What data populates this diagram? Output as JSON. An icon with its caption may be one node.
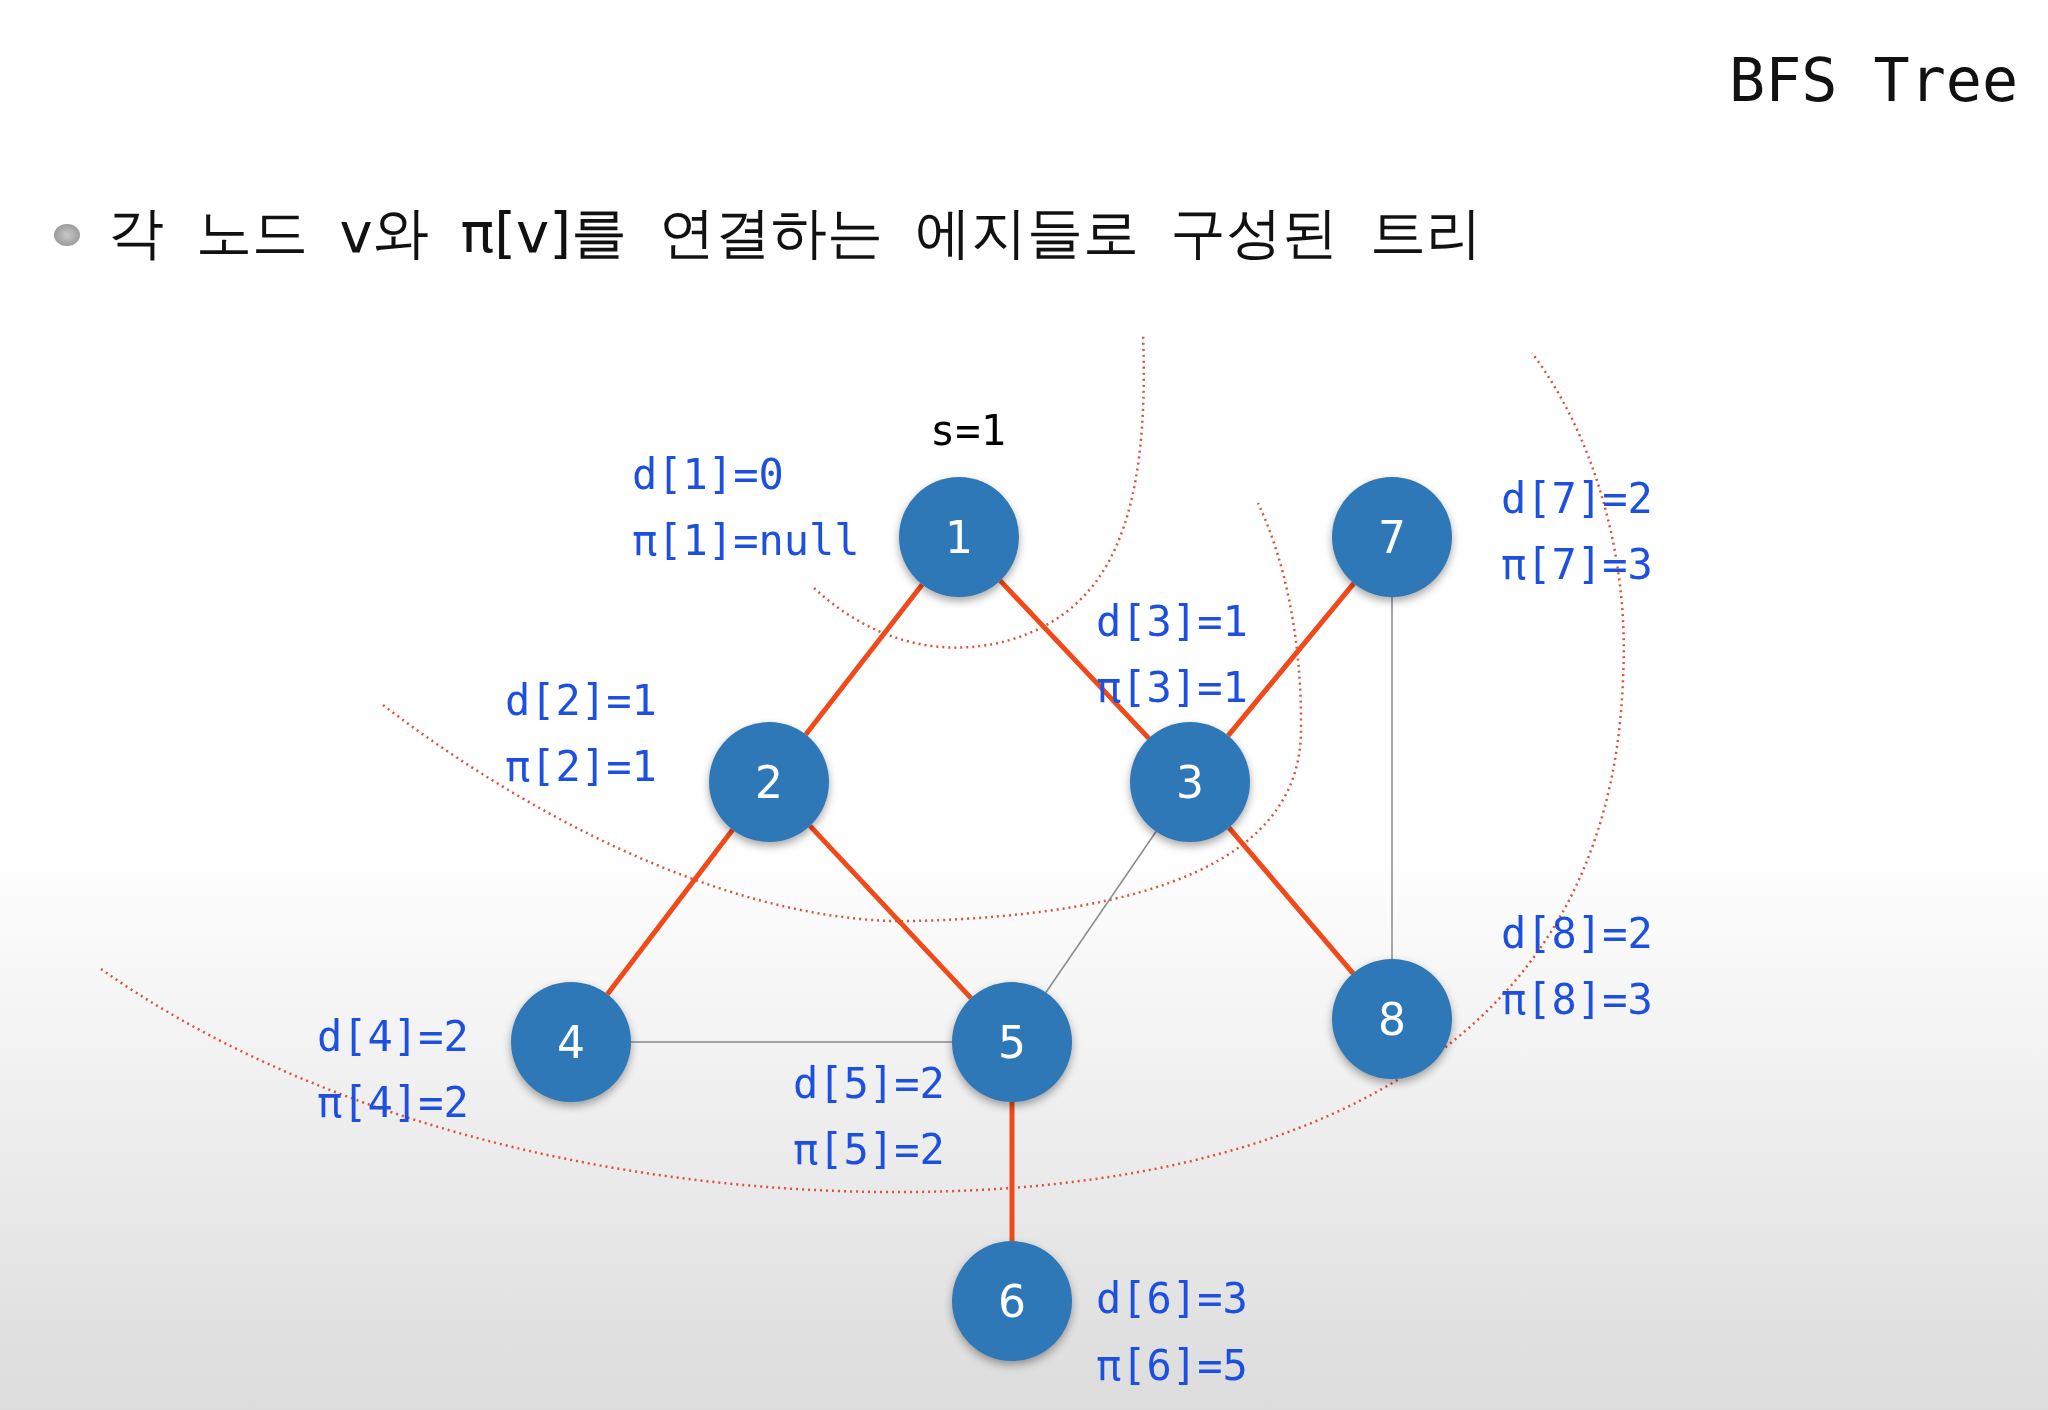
{
  "diagram": {
    "title": "BFS Tree",
    "nodes": [
      {
        "text": [
          "1"
        ],
        "beside": [
          "s=1",
          "d[1]=0",
          "π[1]=null"
        ]
      },
      {
        "text": [
          "2"
        ],
        "beside": [
          "d[2]=1",
          "π[2]=1"
        ]
      },
      {
        "text": [
          "3"
        ],
        "beside": [
          "d[3]=1",
          "π[3]=1"
        ]
      },
      {
        "text": [
          "4"
        ],
        "beside": [
          "d[4]=2",
          "π[4]=2"
        ]
      },
      {
        "text": [
          "5"
        ],
        "beside": [
          "d[5]=2",
          "π[5]=2"
        ]
      },
      {
        "text": [
          "6"
        ],
        "beside": [
          "d[6]=3",
          "π[6]=5"
        ]
      },
      {
        "text": [
          "7"
        ],
        "beside": [
          "d[7]=2",
          "π[7]=3"
        ]
      },
      {
        "text": [
          "8"
        ],
        "beside": [
          "d[8]=2",
          "π[8]=3"
        ]
      }
    ],
    "edges": [
      {
        "from": 0,
        "to": 1,
        "arrow": "none"
      },
      {
        "from": 0,
        "to": 2,
        "arrow": "none"
      },
      {
        "from": 1,
        "to": 3,
        "arrow": "none"
      },
      {
        "from": 1,
        "to": 4,
        "arrow": "none"
      },
      {
        "from": 2,
        "to": 6,
        "arrow": "none"
      },
      {
        "from": 2,
        "to": 7,
        "arrow": "none"
      },
      {
        "from": 4,
        "to": 5,
        "arrow": "none"
      },
      {
        "from": 2,
        "to": 4,
        "arrow": "none",
        "color": "#8a8a8a"
      },
      {
        "from": 3,
        "to": 4,
        "arrow": "none",
        "color": "#8a8a8a"
      },
      {
        "from": 6,
        "to": 7,
        "arrow": "none",
        "color": "#8a8a8a"
      }
    ],
    "labels": [
      "각 노드 v와 π[v]를 연결하는 에지들로 구성된 트리"
    ]
  }
}
